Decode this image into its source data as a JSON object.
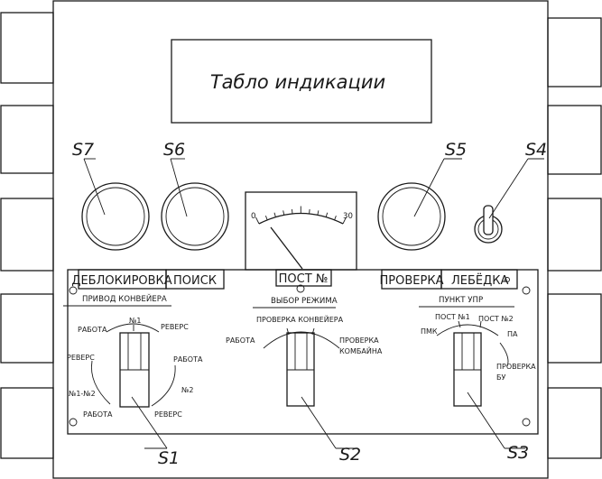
{
  "display": {
    "title": "Табло индикации"
  },
  "knob_labels": {
    "s7": "S7",
    "s6": "S6",
    "s5": "S5",
    "s4": "S4"
  },
  "switch_labels": {
    "s1": "S1",
    "s2": "S2",
    "s3": "S3"
  },
  "gauge": {
    "min": "0",
    "max": "30"
  },
  "buttons": {
    "deblock": "ДЕБЛОКИРОВКА",
    "search": "ПОИСК",
    "post_no": "ПОСТ №",
    "check": "ПРОВЕРКА",
    "winch": "ЛЕБЁДКА"
  },
  "groups": {
    "drive": {
      "title": "ПРИВОД КОНВЕЙЕРА",
      "no1": "№1",
      "work_top": "РАБОТА",
      "reverse_top": "РЕВЕРС",
      "reverse_left": "РЕВЕРС",
      "work_right": "РАБОТА",
      "no1_no2": "№1-№2",
      "no2": "№2",
      "work_bottom": "РАБОТА",
      "reverse_bottom": "РЕВЕРС"
    },
    "mode": {
      "title": "ВЫБОР РЕЖИМА",
      "check_conveyor": "ПРОВЕРКА КОНВЕЙЕРА",
      "work": "РАБОТА",
      "check_combine_1": "ПРОВЕРКА",
      "check_combine_2": "КОМБАЙНА"
    },
    "control": {
      "title": "ПУНКТ УПР",
      "post1": "ПОСТ №1",
      "post2": "ПОСТ №2",
      "pmk": "ПМК",
      "pa": "ПА",
      "check_bu_1": "ПРОВЕРКА",
      "check_bu_2": "БУ"
    }
  }
}
